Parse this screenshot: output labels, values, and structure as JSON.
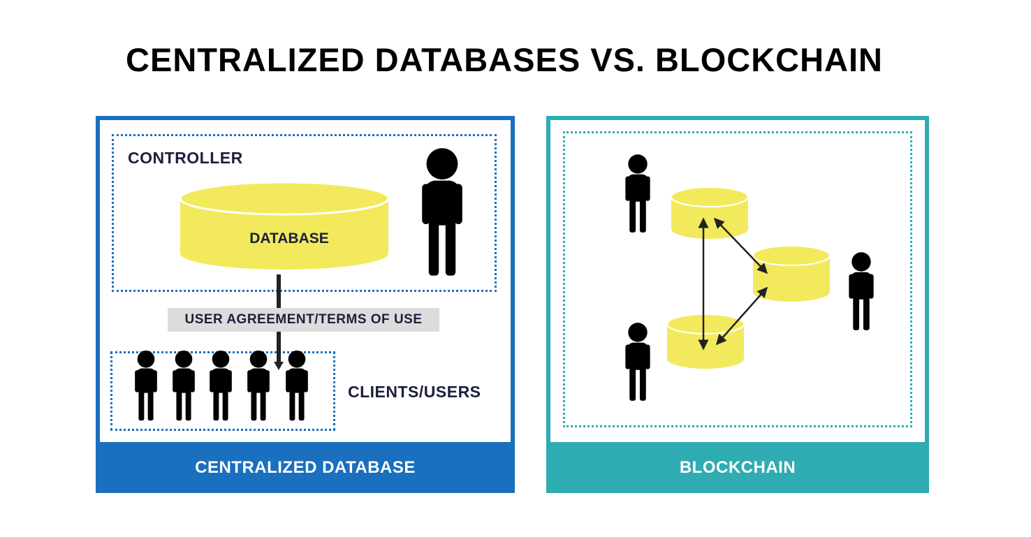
{
  "title": "CENTRALIZED DATABASES VS. BLOCKCHAIN",
  "left_panel": {
    "controller_label": "CONTROLLER",
    "database_label": "DATABASE",
    "agreement_label": "USER AGREEMENT/TERMS OF USE",
    "clients_label": "CLIENTS/USERS",
    "footer": "CENTRALIZED DATABASE"
  },
  "right_panel": {
    "footer": "BLOCKCHAIN"
  },
  "colors": {
    "left_accent": "#1a6fbe",
    "right_accent": "#2eacb2",
    "database_fill": "#f2ea5c",
    "label_text": "#1c1f3d",
    "agreement_bg": "#dcdcdc"
  },
  "icons": {
    "person": "person-icon",
    "database": "database-cylinder-icon",
    "arrow": "arrow-icon"
  }
}
